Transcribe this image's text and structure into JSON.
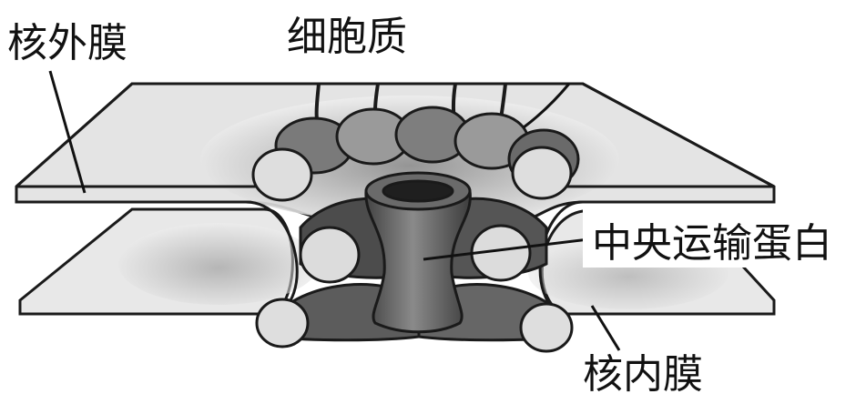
{
  "labels": {
    "outer_membrane": "核外膜",
    "cytoplasm": "细胞质",
    "central_transporter": "中央运输蛋白",
    "inner_membrane": "核内膜"
  },
  "colors": {
    "membrane_fill": "#e6e6e6",
    "membrane_edge": "#1a1a1a",
    "protein_dark": "#5a5a5a",
    "protein_mid": "#8a8a8a",
    "ring_light": "#dcdcdc"
  }
}
